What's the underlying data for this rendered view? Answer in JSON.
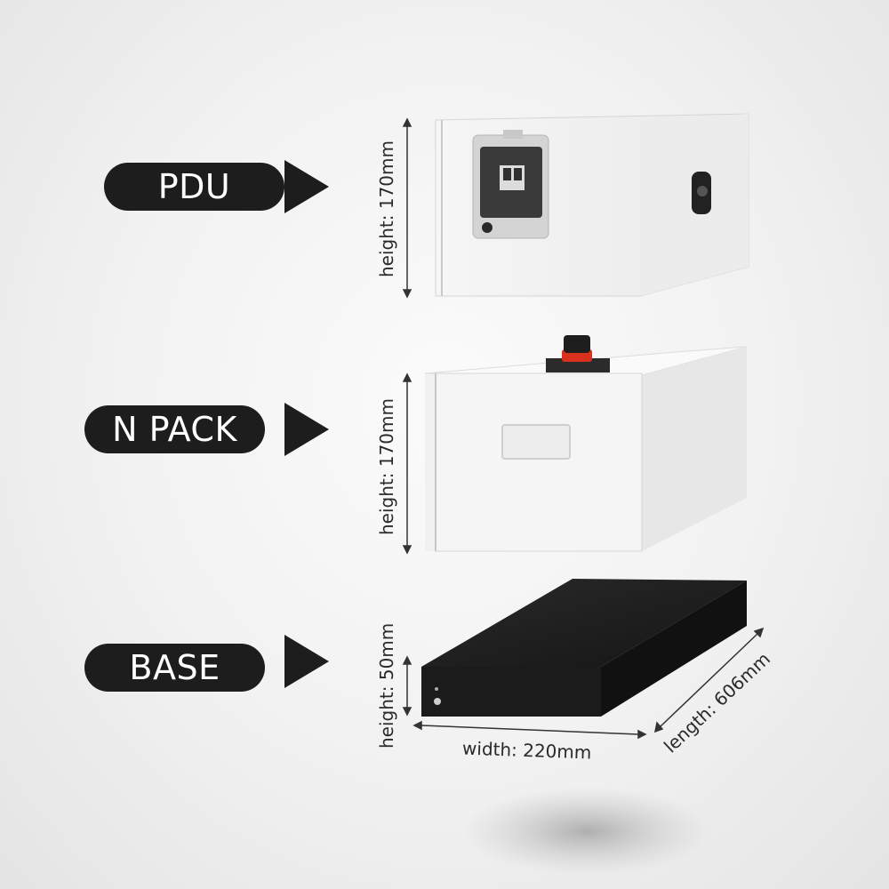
{
  "labels": {
    "pdu": "PDU",
    "npack": "N PACK",
    "base": "BASE"
  },
  "dimensions": {
    "pdu_height": "height: 170mm",
    "npack_height": "height: 170mm",
    "base_height": "height: 50mm",
    "base_width": "width: 220mm",
    "base_length": "length: 606mm"
  },
  "colors": {
    "pill_bg": "#1d1d1d",
    "module_white": "#f3f3f3",
    "base_black": "#1c1c1c",
    "connector_red": "#d8321e"
  },
  "icons": [
    "arrow-right-icon",
    "breaker-switch-icon",
    "power-connector-icon",
    "handle-recess-icon"
  ]
}
